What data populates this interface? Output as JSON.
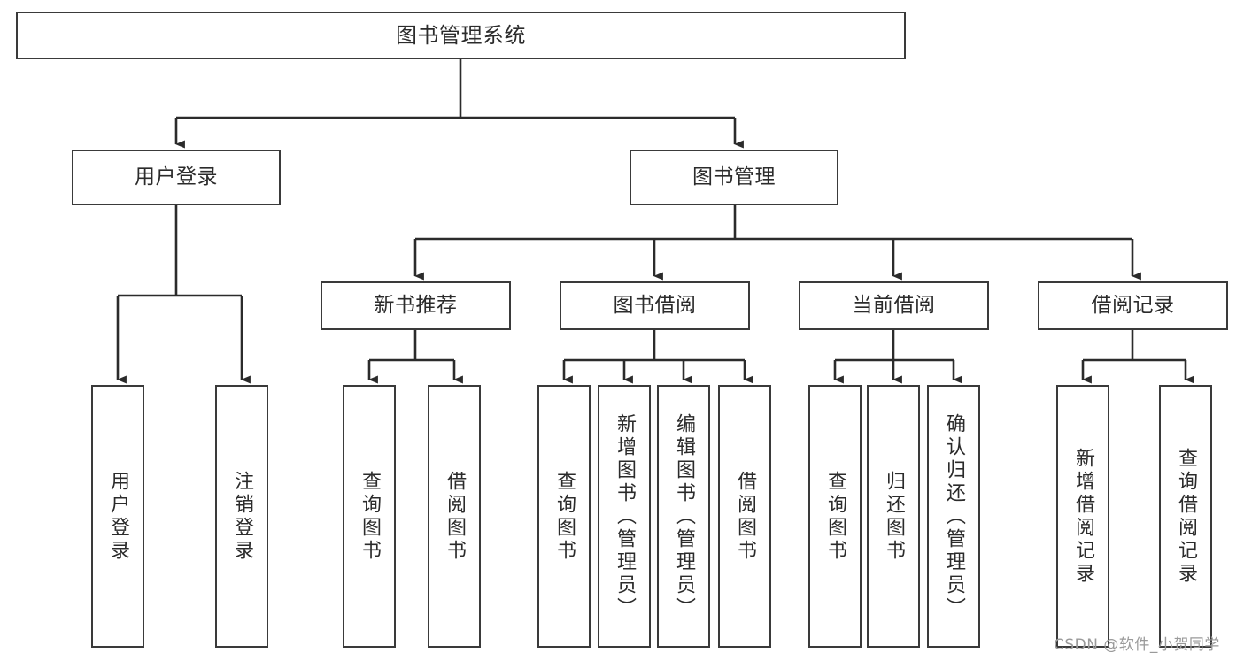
{
  "diagram": {
    "title": "图书管理系统",
    "type": "tree-hierarchy-diagram",
    "orientation": "top-down",
    "style": {
      "box_border_color": "#3a3a3a",
      "box_fill_color": "#ffffff",
      "connector_color": "#2b2b2b",
      "text_color": "#2b2b2b",
      "background_color": "#ffffff"
    },
    "levels": [
      {
        "level": 1,
        "nodes": [
          {
            "id": "root",
            "label": "图书管理系统",
            "text_direction": "horizontal"
          }
        ]
      },
      {
        "level": 2,
        "nodes": [
          {
            "id": "login",
            "label": "用户登录",
            "text_direction": "horizontal",
            "parent": "root"
          },
          {
            "id": "bookmgmt",
            "label": "图书管理",
            "text_direction": "horizontal",
            "parent": "root"
          }
        ]
      },
      {
        "level": 3,
        "nodes": [
          {
            "id": "newbook",
            "label": "新书推荐",
            "text_direction": "horizontal",
            "parent": "bookmgmt"
          },
          {
            "id": "borrow",
            "label": "图书借阅",
            "text_direction": "horizontal",
            "parent": "bookmgmt"
          },
          {
            "id": "current",
            "label": "当前借阅",
            "text_direction": "horizontal",
            "parent": "bookmgmt"
          },
          {
            "id": "records",
            "label": "借阅记录",
            "text_direction": "horizontal",
            "parent": "bookmgmt"
          }
        ]
      },
      {
        "level": 4,
        "nodes": [
          {
            "id": "leaf1",
            "label": "用户登录",
            "text_direction": "vertical",
            "parent": "login"
          },
          {
            "id": "leaf2",
            "label": "注销登录",
            "text_direction": "vertical",
            "parent": "login"
          },
          {
            "id": "leaf3",
            "label": "查询图书",
            "text_direction": "vertical",
            "parent": "newbook"
          },
          {
            "id": "leaf4",
            "label": "借阅图书",
            "text_direction": "vertical",
            "parent": "newbook"
          },
          {
            "id": "leaf5",
            "label": "查询图书",
            "text_direction": "vertical",
            "parent": "borrow"
          },
          {
            "id": "leaf6",
            "label": "新增图书（管理员）",
            "text_direction": "vertical",
            "parent": "borrow"
          },
          {
            "id": "leaf7",
            "label": "编辑图书（管理员）",
            "text_direction": "vertical",
            "parent": "borrow"
          },
          {
            "id": "leaf8",
            "label": "借阅图书",
            "text_direction": "vertical",
            "parent": "borrow"
          },
          {
            "id": "leaf9",
            "label": "查询图书",
            "text_direction": "vertical",
            "parent": "current"
          },
          {
            "id": "leaf10",
            "label": "归还图书",
            "text_direction": "vertical",
            "parent": "current"
          },
          {
            "id": "leaf11",
            "label": "确认归还（管理员）",
            "text_direction": "vertical",
            "parent": "current"
          },
          {
            "id": "leaf12",
            "label": "新增借阅记录",
            "text_direction": "vertical",
            "parent": "records"
          },
          {
            "id": "leaf13",
            "label": "查询借阅记录",
            "text_direction": "vertical",
            "parent": "records"
          }
        ]
      }
    ]
  },
  "watermark": {
    "text": "CSDN @软件_小贺同学"
  }
}
